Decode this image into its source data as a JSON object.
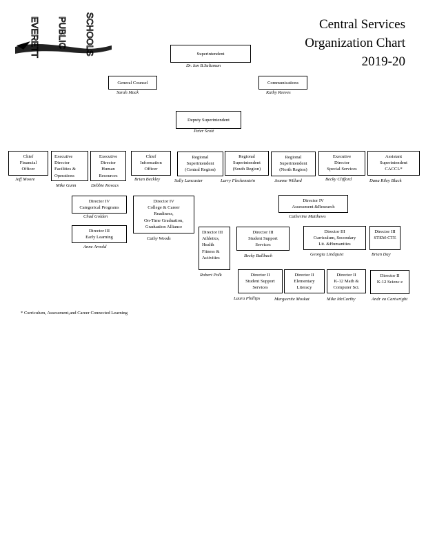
{
  "logo": {
    "lines": [
      "EVERETT",
      "PUBLIC",
      "SCHOOLS"
    ]
  },
  "title": {
    "line1": "Central Services",
    "line2": "Organization Chart",
    "line3": "2019-20"
  },
  "boxes": [
    {
      "id": "superintendent",
      "title": "Superintendent",
      "name": "Dr. Ian B.Saltzman"
    },
    {
      "id": "general-counsel",
      "title": "General Counsel",
      "name": "Sarah Mack"
    },
    {
      "id": "communications",
      "title": "Communications",
      "name": "Kathy Reeves"
    },
    {
      "id": "deputy-superintendent",
      "title": "Deputy Superintendent",
      "name": "Peter Scott"
    },
    {
      "id": "chief-financial-officer",
      "title": "Chief\nFinancial\nOfficer",
      "name": "Jeff Moore"
    },
    {
      "id": "exec-dir-facilities",
      "title": "Executive\nDirector\nFacilities &\nOperations",
      "name": "Mike Gunn"
    },
    {
      "id": "exec-dir-hr",
      "title": "Executive\nDirector\nHuman\nResources",
      "name": "Debbie Kovacs"
    },
    {
      "id": "chief-information-officer",
      "title": "Chief\nInformation\nOfficer",
      "name": "Brian Beckley"
    },
    {
      "id": "regional-central",
      "title": "Regional\nSuperintendent\n(Central Region)",
      "name": "Sally Lancaster"
    },
    {
      "id": "regional-south",
      "title": "Regional\nSuperintendent\n(South Region)",
      "name": "Larry Fleckenstein"
    },
    {
      "id": "regional-north",
      "title": "Regional\nSuperintendent\n(North Region)",
      "name": "Jeanne Willard"
    },
    {
      "id": "exec-dir-special-services",
      "title": "Executive\nDirector\nSpecial Services",
      "name": "Becky Clifford"
    },
    {
      "id": "asst-superintendent-caccl",
      "title": "Assistant\nSuperintendent\nCACCL*",
      "name": "Dana Riley Black"
    },
    {
      "id": "dir-categorical",
      "title": "Director IV\nCategorical Programs",
      "name": "Chad Golden"
    },
    {
      "id": "dir-early-learning",
      "title": "Director III\nEarly Learning",
      "name": "Anne Arnold"
    },
    {
      "id": "dir-college-career",
      "title": "Director IV\nCollege & Career\nReadiness,\nOn-Time Graduation,\nGraduation Alliance",
      "name": "Cathy Woods"
    },
    {
      "id": "dir-athletics",
      "title": "Director III\nAthletics,\nHealth\nFitness &\nActivities",
      "name": "Robert Polk"
    },
    {
      "id": "dir-assessment-research",
      "title": "Director IV\nAssessment &Research",
      "name": "Catherine Matthews"
    },
    {
      "id": "dir-student-support-iii",
      "title": "Director III\nStudent Support\nServices",
      "name": "Becky Ballbach"
    },
    {
      "id": "dir-curriculum-secondary",
      "title": "Director III\nCurriculum, Secondary\nLit. &Humanities",
      "name": "Georgia Lindquist"
    },
    {
      "id": "dir-stem-cte",
      "title": "Director III\nSTEM-CTE",
      "name": "Brian Day"
    },
    {
      "id": "dir-student-support-ii",
      "title": "Director II\nStudent Support\nServices",
      "name": "Laura Phillips"
    },
    {
      "id": "dir-elementary-literacy",
      "title": "Director II\nElementary\nLiteracy",
      "name": "Marguerite Moskat"
    },
    {
      "id": "dir-k12-math",
      "title": "Director II\nK-12 Math &\nComputer Sci.",
      "name": "Mike McCarthy"
    },
    {
      "id": "dir-k12-science",
      "title": "Director II\nK-12 Scienc e",
      "name": "Andr ea Cartwright"
    }
  ],
  "footnote": "* Curriculum, Assessment,and Career Connected Learning"
}
